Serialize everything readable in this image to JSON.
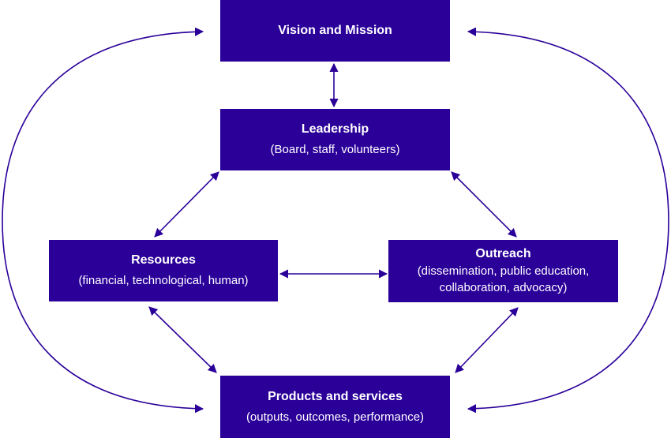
{
  "colors": {
    "box": "#2a0099",
    "arrow": "#2a0099",
    "text": "#ffffff"
  },
  "nodes": {
    "vision": {
      "title": "Vision and Mission"
    },
    "leadership": {
      "title": "Leadership",
      "subtitle": "(Board, staff, volunteers)"
    },
    "resources": {
      "title": "Resources",
      "subtitle": "(financial, technological, human)"
    },
    "outreach": {
      "title": "Outreach",
      "subtitle_line1": "(dissemination, public education,",
      "subtitle_line2": "collaboration, advocacy)"
    },
    "products": {
      "title": "Products and services",
      "subtitle": "(outputs, outcomes, performance)"
    }
  }
}
